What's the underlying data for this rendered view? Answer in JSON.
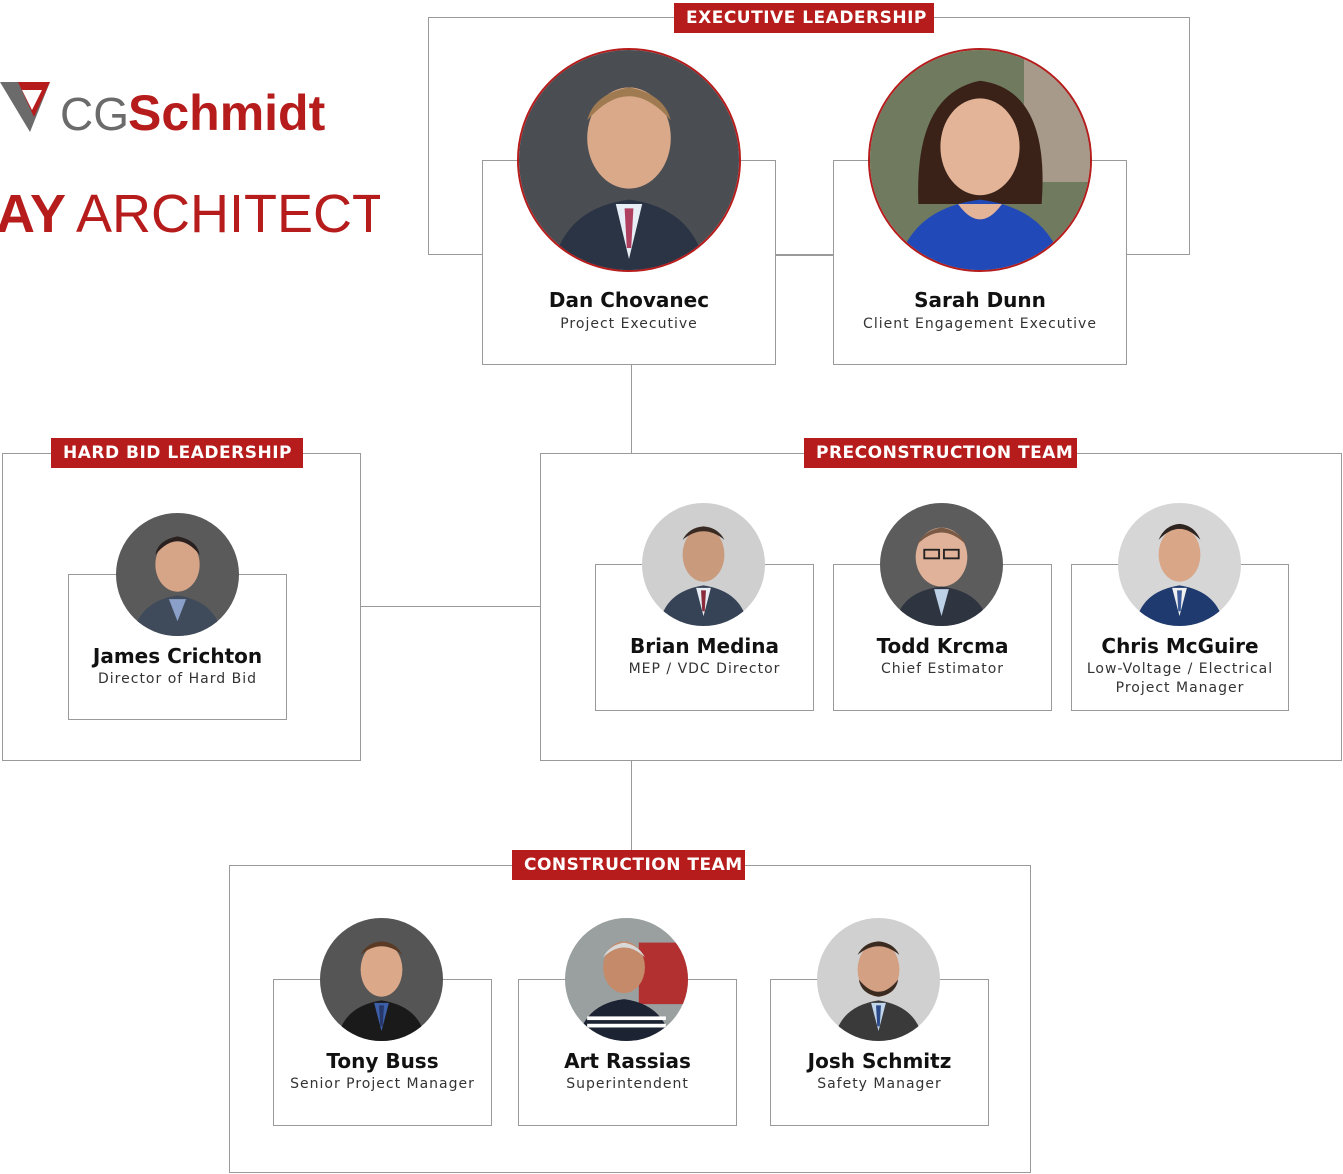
{
  "logos": {
    "cg_prefix": "CG",
    "cg_brand": "Schmidt",
    "arch_prefix": "AY",
    "arch_suffix": "ARCHITECTS"
  },
  "sections": {
    "executive": "EXECUTIVE LEADERSHIP",
    "hard_bid": "HARD BID LEADERSHIP",
    "precon": "PRECONSTRUCTION TEAM",
    "construction": "CONSTRUCTION TEAM"
  },
  "people": {
    "dan": {
      "name": "Dan Chovanec",
      "role": "Project Executive"
    },
    "sarah": {
      "name": "Sarah Dunn",
      "role": "Client Engagement Executive"
    },
    "james": {
      "name": "James Crichton",
      "role": "Director of Hard Bid"
    },
    "brian": {
      "name": "Brian Medina",
      "role": "MEP / VDC Director"
    },
    "todd": {
      "name": "Todd Krcma",
      "role": "Chief Estimator"
    },
    "chris": {
      "name": "Chris McGuire",
      "role_line1": "Low-Voltage / Electrical",
      "role_line2": "Project Manager"
    },
    "tony": {
      "name": "Tony Buss",
      "role": "Senior Project Manager"
    },
    "art": {
      "name": "Art Rassias",
      "role": "Superintendent"
    },
    "josh": {
      "name": "Josh Schmitz",
      "role": "Safety Manager"
    }
  },
  "colors": {
    "accent": "#b71c1c",
    "border": "#9a9a9a",
    "logo_gray": "#6b6b6b"
  }
}
